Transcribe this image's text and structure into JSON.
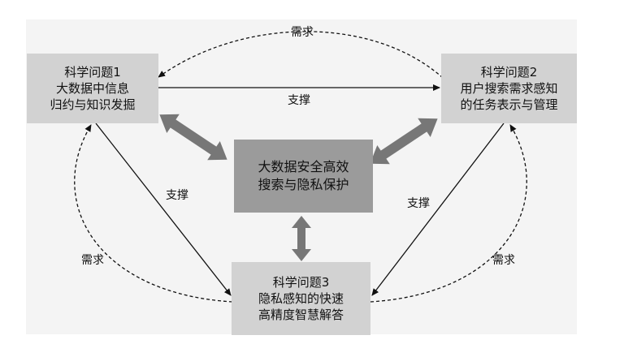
{
  "nodes": {
    "problem1": {
      "lines": [
        "科学问题1",
        "大数据中信息",
        "归约与知识发掘"
      ]
    },
    "problem2": {
      "lines": [
        "科学问题2",
        "用户搜索需求感知",
        "的任务表示与管理"
      ]
    },
    "core": {
      "lines": [
        "大数据安全高效",
        "搜索与隐私保护"
      ]
    },
    "problem3": {
      "lines": [
        "科学问题3",
        "隐私感知的快速",
        "高精度智慧解答"
      ]
    }
  },
  "edge_labels": {
    "top_need": "需求",
    "top_support": "支撑",
    "left_support": "支撑",
    "right_support": "支撑",
    "left_need": "需求",
    "right_need": "需求"
  },
  "colors": {
    "background_frame": "#f4f4f4",
    "problem_box": "#d2d2d2",
    "core_box": "#9b9b9b",
    "thick_arrow": "#777777",
    "line": "#111111"
  }
}
